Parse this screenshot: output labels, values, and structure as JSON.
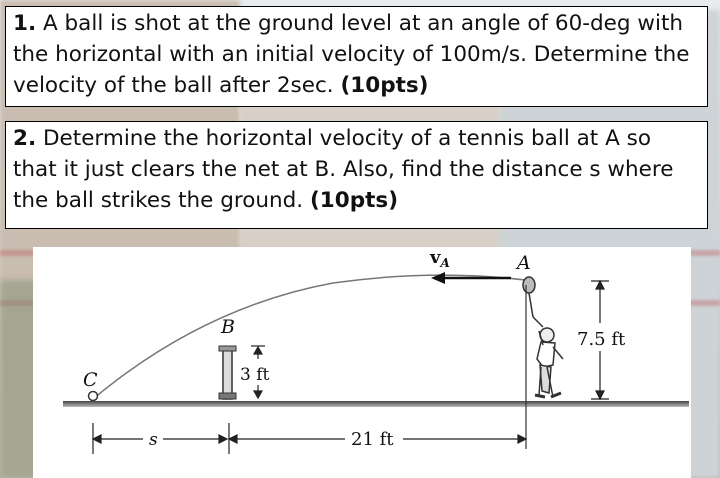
{
  "question1": {
    "number": "1.",
    "text": "A ball is shot at the ground level at an angle of 60-deg with the horizontal with an initial velocity of 100m/s. Determine the velocity of the ball after 2sec.",
    "points": "(10pts)"
  },
  "question2": {
    "number": "2.",
    "text": "Determine the horizontal velocity of a tennis ball at A so that it just clears the net at B. Also, find the distance s where the ball strikes the ground.",
    "points": "(10pts)"
  },
  "figure": {
    "label_A": "A",
    "label_B": "B",
    "label_C": "C",
    "velocity_label": "v",
    "velocity_subscript": "A",
    "net_height": "3 ft",
    "racket_height": "7.5 ft",
    "distance_s": "s",
    "distance_21": "21 ft"
  }
}
